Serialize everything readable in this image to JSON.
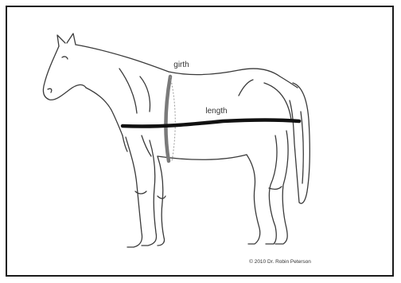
{
  "diagram": {
    "labels": {
      "girth": "girth",
      "length": "length"
    },
    "copyright": "© 2010 Dr. Robin Peterson"
  },
  "colors": {
    "outline": "#3a3a3a",
    "girth_band": "#7a7a7a",
    "length_band": "#111111",
    "frame": "#1a1a1a"
  }
}
